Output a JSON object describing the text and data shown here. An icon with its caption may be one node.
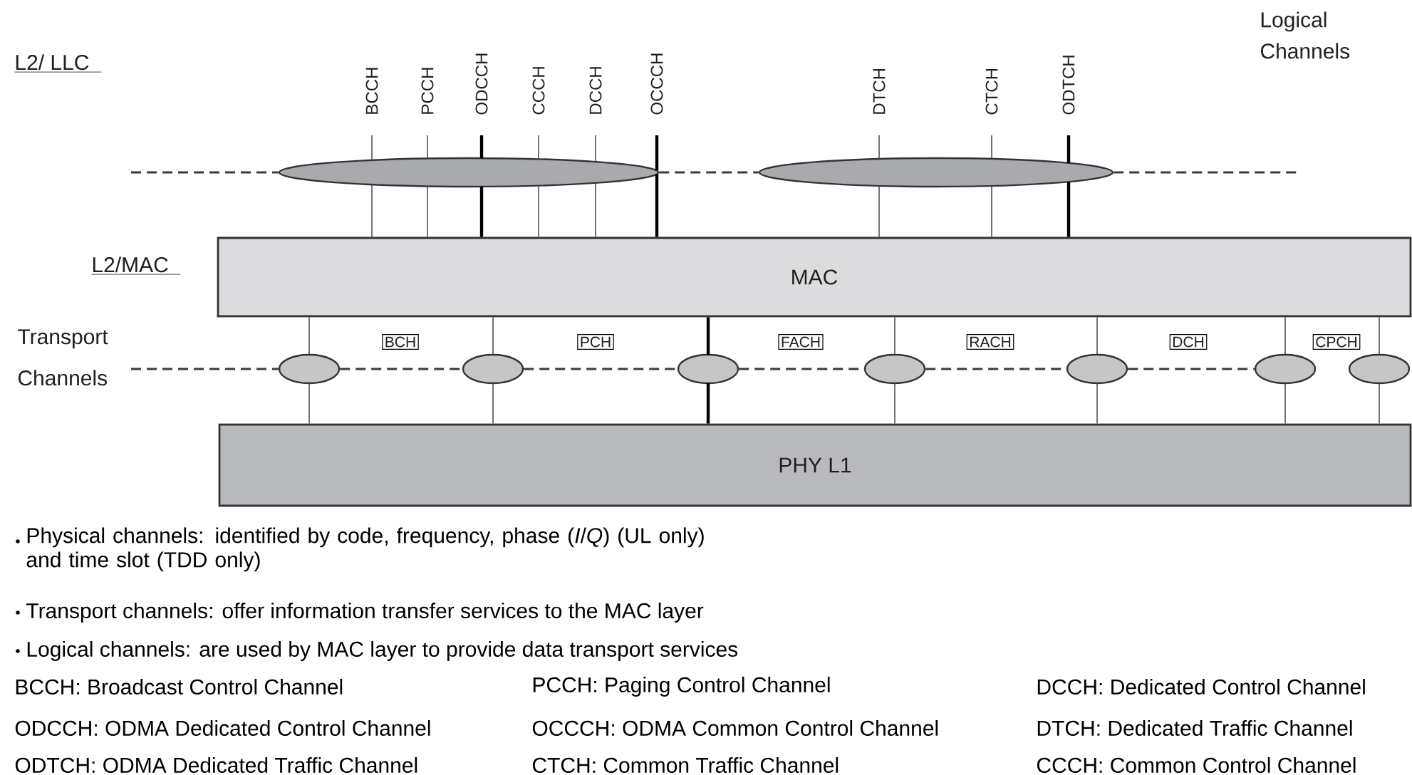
{
  "diagram": {
    "nodes": [
      {
        "text": [
          "BCCH"
        ]
      },
      {
        "text": [
          "PCCH"
        ]
      },
      {
        "text": [
          "ODCCH"
        ]
      },
      {
        "text": [
          "CCCH"
        ]
      },
      {
        "text": [
          "DCCH"
        ]
      },
      {
        "text": [
          "OCCCH"
        ]
      },
      {
        "text": [
          "DTCH"
        ]
      },
      {
        "text": [
          "CTCH"
        ]
      },
      {
        "text": [
          "ODTCH"
        ]
      },
      {
        "text": [],
        "shape": "ellipse"
      },
      {
        "text": [],
        "shape": "ellipse"
      },
      {
        "text": [
          "MAC"
        ]
      },
      {
        "text": [
          "BCH"
        ]
      },
      {
        "text": [
          "PCH"
        ]
      },
      {
        "text": [
          "FACH"
        ]
      },
      {
        "text": [
          "RACH"
        ]
      },
      {
        "text": [
          "DCH"
        ]
      },
      {
        "text": [
          "CPCH"
        ]
      },
      {
        "text": [],
        "shape": "ellipse"
      },
      {
        "text": [],
        "shape": "ellipse"
      },
      {
        "text": [],
        "shape": "ellipse"
      },
      {
        "text": [],
        "shape": "ellipse"
      },
      {
        "text": [],
        "shape": "ellipse"
      },
      {
        "text": [],
        "shape": "ellipse"
      },
      {
        "text": [],
        "shape": "ellipse"
      },
      {
        "text": [
          "PHY L1"
        ]
      }
    ],
    "edges": [
      {
        "from": 0,
        "to": 9,
        "arrow": "none"
      },
      {
        "from": 1,
        "to": 9,
        "arrow": "none"
      },
      {
        "from": 2,
        "to": 9,
        "arrow": "none",
        "style": "thick"
      },
      {
        "from": 3,
        "to": 9,
        "arrow": "none"
      },
      {
        "from": 4,
        "to": 9,
        "arrow": "none"
      },
      {
        "from": 5,
        "to": 9,
        "arrow": "none",
        "style": "thick"
      },
      {
        "from": 6,
        "to": 10,
        "arrow": "none"
      },
      {
        "from": 7,
        "to": 10,
        "arrow": "none"
      },
      {
        "from": 8,
        "to": 10,
        "arrow": "none",
        "style": "thick"
      },
      {
        "from": 9,
        "to": 11,
        "arrow": "none"
      },
      {
        "from": 9,
        "to": 11,
        "arrow": "none"
      },
      {
        "from": 9,
        "to": 11,
        "arrow": "none",
        "style": "thick"
      },
      {
        "from": 9,
        "to": 11,
        "arrow": "none"
      },
      {
        "from": 9,
        "to": 11,
        "arrow": "none"
      },
      {
        "from": 9,
        "to": 11,
        "arrow": "none",
        "style": "thick"
      },
      {
        "from": 10,
        "to": 11,
        "arrow": "none"
      },
      {
        "from": 10,
        "to": 11,
        "arrow": "none"
      },
      {
        "from": 10,
        "to": 11,
        "arrow": "none",
        "style": "thick"
      },
      {
        "from": 11,
        "to": 18,
        "arrow": "none"
      },
      {
        "from": 11,
        "to": 19,
        "arrow": "none"
      },
      {
        "from": 11,
        "to": 20,
        "arrow": "none",
        "style": "thick"
      },
      {
        "from": 11,
        "to": 21,
        "arrow": "none"
      },
      {
        "from": 11,
        "to": 22,
        "arrow": "none"
      },
      {
        "from": 11,
        "to": 23,
        "arrow": "none"
      },
      {
        "from": 11,
        "to": 24,
        "arrow": "none"
      },
      {
        "from": 18,
        "to": 25,
        "arrow": "none"
      },
      {
        "from": 19,
        "to": 25,
        "arrow": "none"
      },
      {
        "from": 20,
        "to": 25,
        "arrow": "none",
        "style": "thick"
      },
      {
        "from": 21,
        "to": 25,
        "arrow": "none"
      },
      {
        "from": 22,
        "to": 25,
        "arrow": "none"
      },
      {
        "from": 23,
        "to": 25,
        "arrow": "none"
      },
      {
        "from": 24,
        "to": 25,
        "arrow": "none"
      },
      {
        "from": null,
        "to": 9,
        "arrow": "none",
        "style": "dashed"
      },
      {
        "from": 9,
        "to": 10,
        "arrow": "none",
        "style": "dashed"
      },
      {
        "from": 10,
        "to": null,
        "arrow": "none",
        "style": "dashed"
      },
      {
        "from": null,
        "to": 18,
        "arrow": "none",
        "style": "dashed"
      },
      {
        "from": 18,
        "to": 19,
        "arrow": "none",
        "style": "dashed"
      },
      {
        "from": 19,
        "to": 20,
        "arrow": "none",
        "style": "dashed"
      },
      {
        "from": 20,
        "to": 21,
        "arrow": "none",
        "style": "dashed"
      },
      {
        "from": 21,
        "to": 22,
        "arrow": "none",
        "style": "dashed"
      },
      {
        "from": 22,
        "to": 23,
        "arrow": "none",
        "style": "dashed"
      }
    ],
    "labels": [
      "L2/ LLC",
      "Logical Channels",
      "L2/MAC",
      "Transport Channels",
      "Physical channels: identified by code, frequency, phase (*I*/*Q*) (UL only) and time slot (TDD only)",
      "Transport channels: offer information transfer services to the MAC layer",
      "Logical channels: are used by MAC layer to provide data transport services",
      "BCCH: Broadcast Control Channel",
      "PCCH: Paging Control Channel",
      "DCCH: Dedicated Control Channel",
      "ODCCH: ODMA Dedicated Control Channel",
      "OCCCH: ODMA Common Control Channel",
      "DTCH: Dedicated Traffic Channel",
      "ODTCH: ODMA Dedicated Traffic Channel",
      "CTCH: Common Traffic Channel",
      "CCCH: Common Control Channel"
    ]
  }
}
